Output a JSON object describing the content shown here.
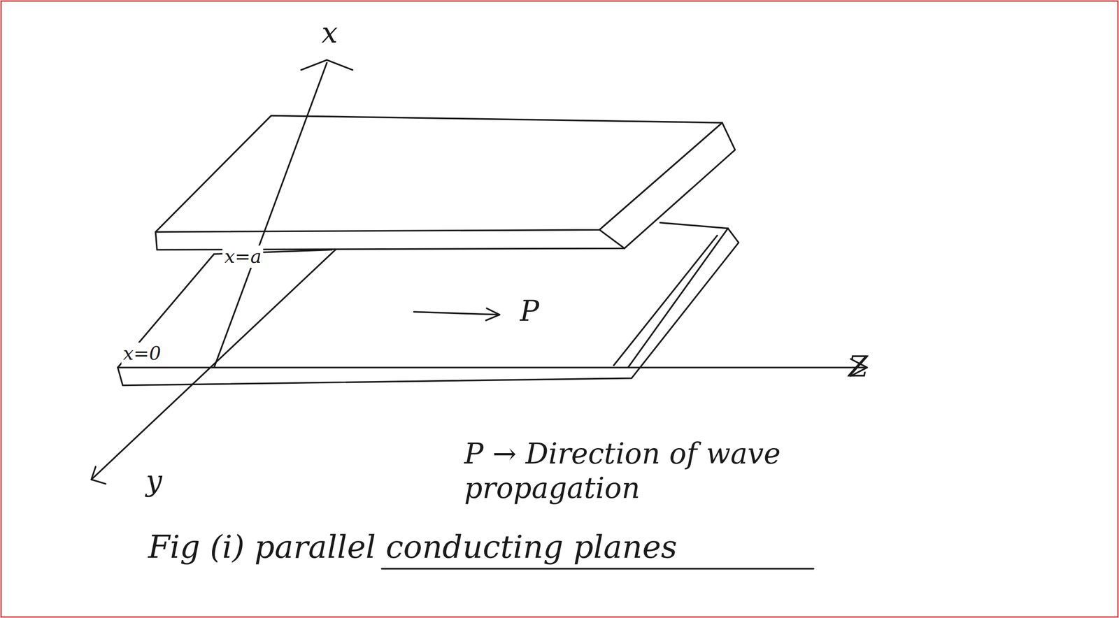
{
  "diagram": {
    "caption": "Fig (i) parallel conducting planes",
    "labels": [
      "x",
      "x=a",
      "x=0",
      "P",
      "Z",
      "y",
      "P → Direction of wave propagation"
    ]
  }
}
